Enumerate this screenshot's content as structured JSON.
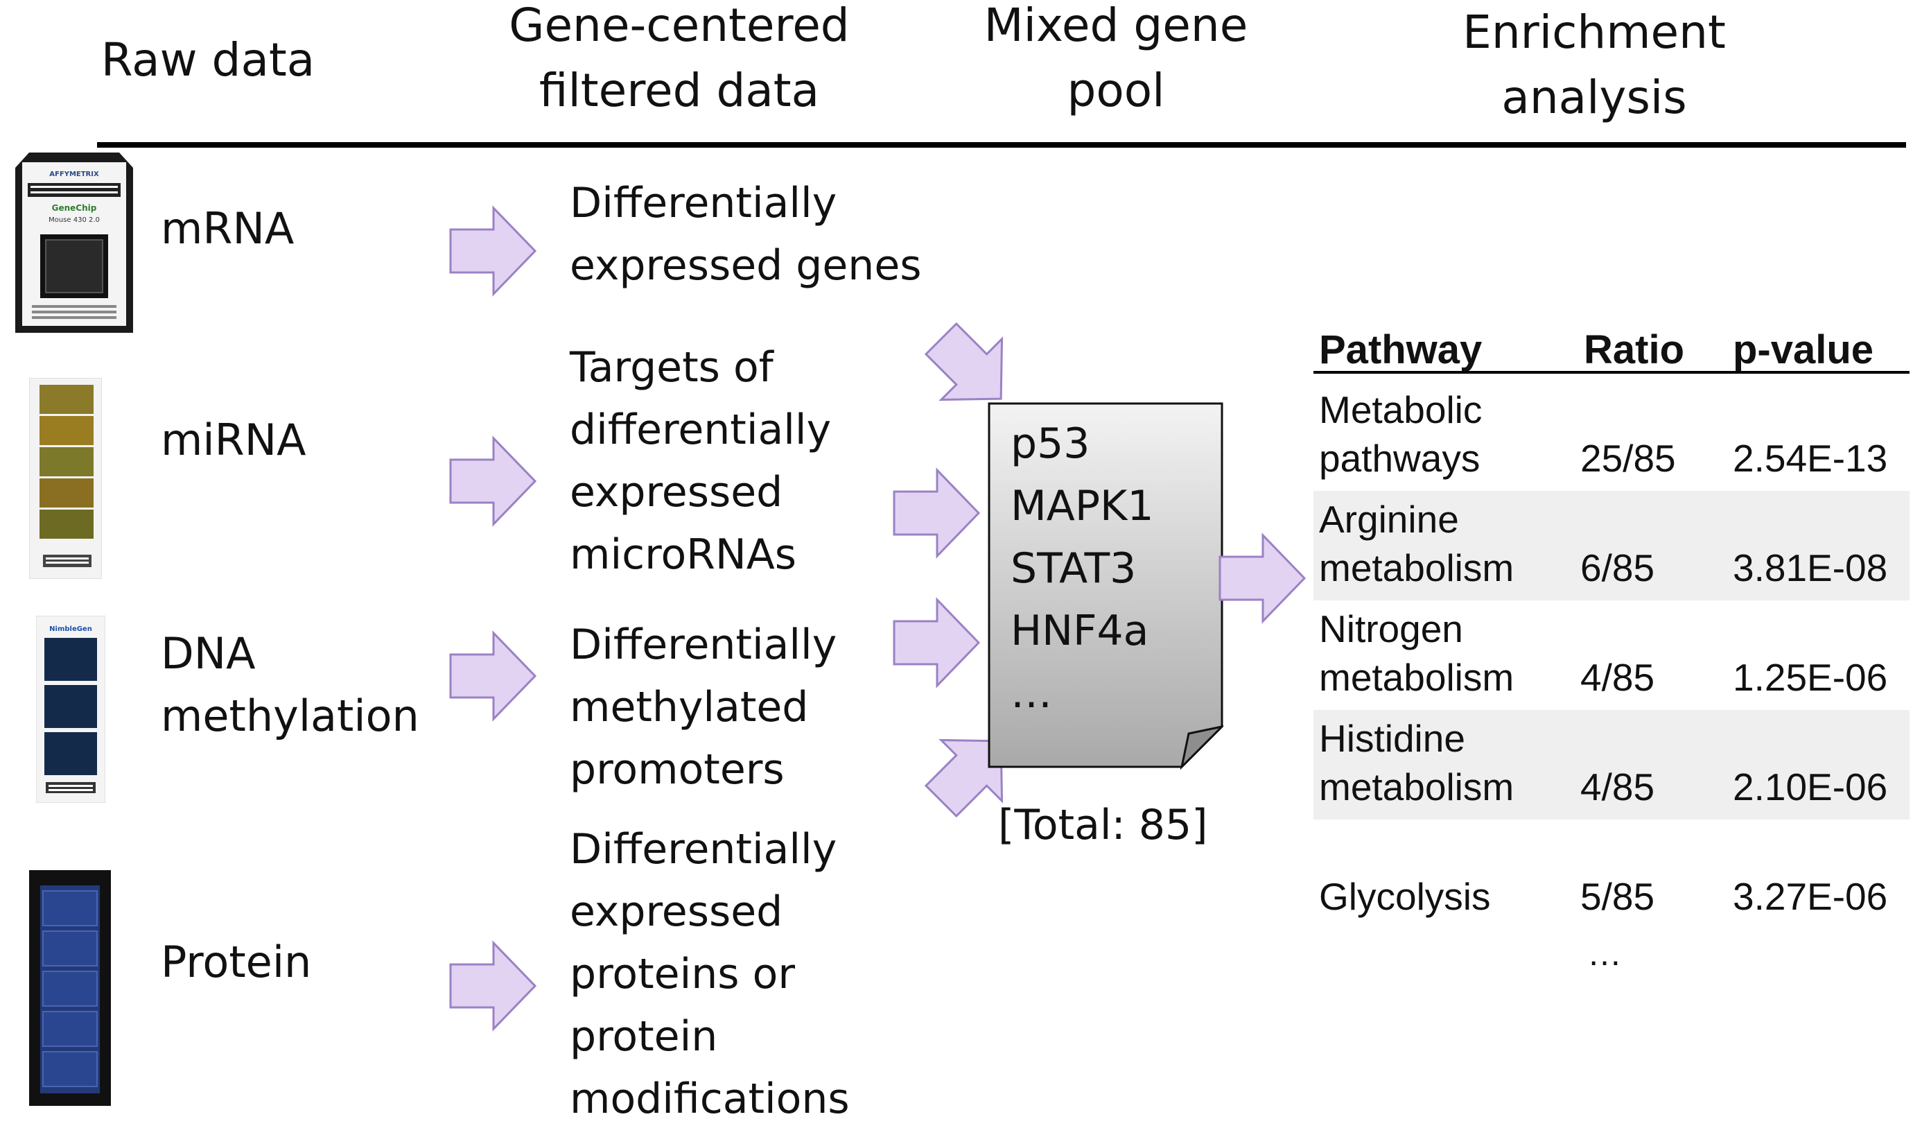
{
  "headers": {
    "raw": "Raw data",
    "filtered_line1": "Gene-centered",
    "filtered_line2": "filtered data",
    "pool_line1": "Mixed gene",
    "pool_line2": "pool",
    "enrich_line1": "Enrichment",
    "enrich_line2": "analysis"
  },
  "rows": [
    {
      "label": "mRNA",
      "desc": [
        "Differentially",
        "expressed genes"
      ]
    },
    {
      "label": "miRNA",
      "desc": [
        "Targets of",
        "differentially",
        "expressed",
        "microRNAs"
      ]
    },
    {
      "label_lines": [
        "DNA",
        "methylation"
      ],
      "desc": [
        "Differentially",
        "methylated",
        "promoters"
      ]
    },
    {
      "label": "Protein",
      "desc": [
        "Differentially",
        "expressed",
        "proteins or",
        "protein",
        "modifications"
      ]
    }
  ],
  "gene_pool": {
    "genes": [
      "p53",
      "MAPK1",
      "STAT3",
      "HNF4a",
      "…"
    ],
    "total": "[Total: 85]"
  },
  "table": {
    "headers": {
      "pathway": "Pathway",
      "ratio": "Ratio",
      "pvalue": "p-value"
    },
    "rows": [
      {
        "pathway": [
          "Metabolic",
          "pathways"
        ],
        "ratio": "25/85",
        "pvalue": "2.54E-13"
      },
      {
        "pathway": [
          "Arginine",
          "metabolism"
        ],
        "ratio": "6/85",
        "pvalue": "3.81E-08"
      },
      {
        "pathway": [
          "Nitrogen",
          "metabolism"
        ],
        "ratio": "4/85",
        "pvalue": "1.25E-06"
      },
      {
        "pathway": [
          "Histidine",
          "metabolism"
        ],
        "ratio": "4/85",
        "pvalue": "2.10E-06"
      },
      {
        "pathway": [
          "",
          "Glycolysis"
        ],
        "ratio": "5/85",
        "pvalue": "3.27E-06"
      }
    ],
    "ellipsis": "…"
  },
  "chip_labels": {
    "mrna_brand": "AFFYMETRIX",
    "mrna_product": "GeneChip",
    "mrna_model": "Mouse 430 2.0",
    "methylation_brand": "NimbleGen"
  },
  "colors": {
    "arrow_fill": "#e2d3f3",
    "arrow_stroke": "#9a82c5",
    "table_shade": "#efefef"
  }
}
